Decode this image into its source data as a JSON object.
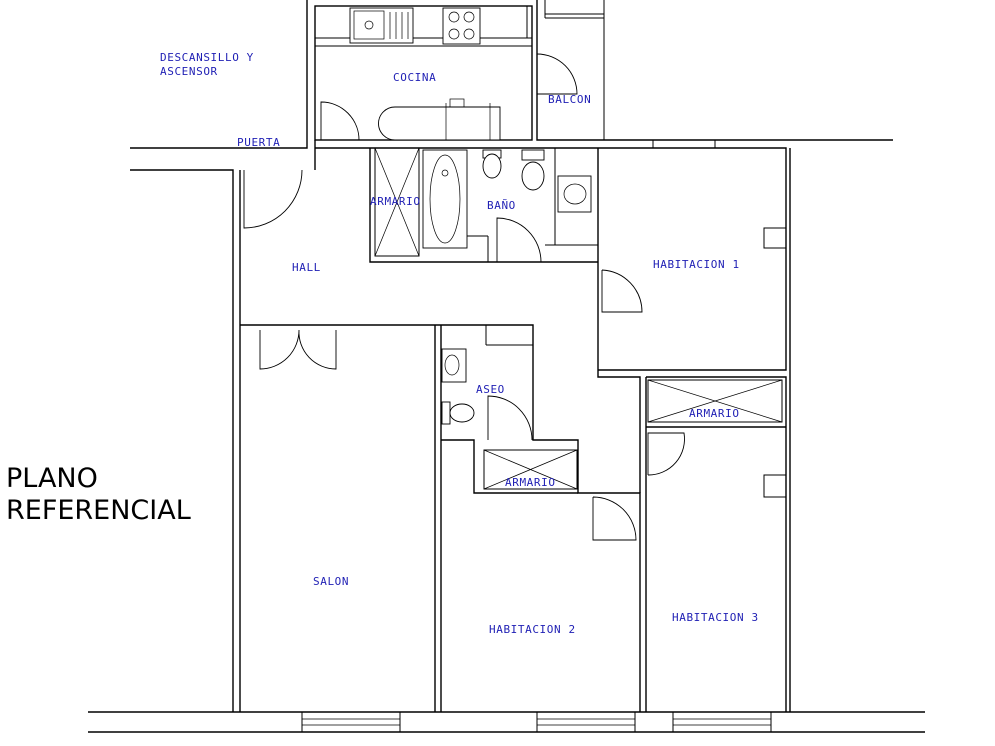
{
  "plan": {
    "title_lines": [
      "PLANO",
      "REFERENCIAL"
    ],
    "label_color": "#1f1fb4",
    "rooms": {
      "landing_line1": "DESCANSILLO Y",
      "landing_line2": "ASCENSOR",
      "door": "PUERTA",
      "kitchen": "COCINA",
      "balcony": "BALCON",
      "closet_hall": "ARMARIO",
      "bathroom": "BAÑO",
      "hall": "HALL",
      "bedroom1": "HABITACION 1",
      "toilet": "ASEO",
      "closet_bedroom1": "ARMARIO",
      "closet_bedroom2": "ARMARIO",
      "living": "SALON",
      "bedroom2": "HABITACION 2",
      "bedroom3": "HABITACION 3"
    }
  }
}
